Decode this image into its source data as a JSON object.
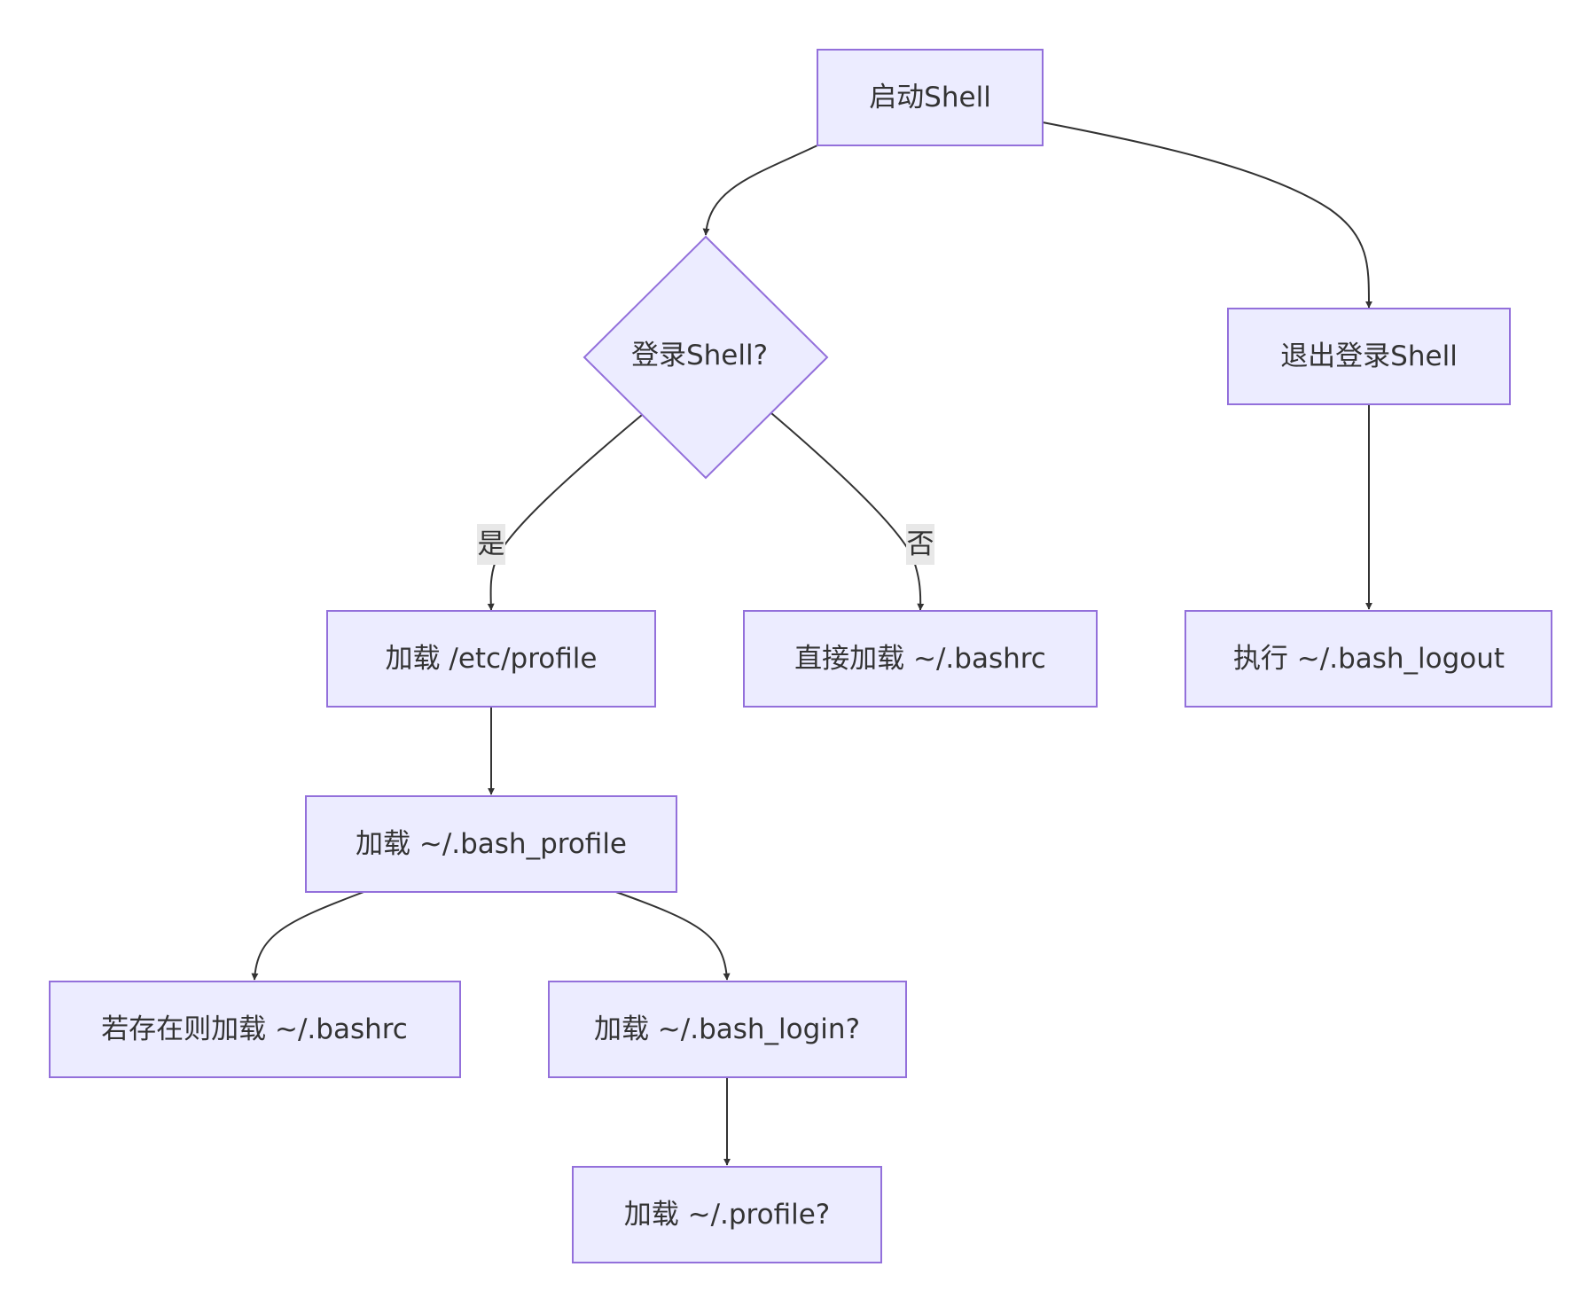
{
  "diagram": {
    "nodes": {
      "start": "启动Shell",
      "is_login": "登录Shell?",
      "logout": "退出登录Shell",
      "load_etc_profile": "加载 /etc/profile",
      "load_bashrc_direct": "直接加载 ~/.bashrc",
      "run_bash_logout": "执行 ~/.bash_logout",
      "load_bash_profile": "加载 ~/.bash_profile",
      "load_bashrc_if_exists": "若存在则加载 ~/.bashrc",
      "load_bash_login": "加载 ~/.bash_login?",
      "load_profile": "加载 ~/.profile?"
    },
    "edge_labels": {
      "yes": "是",
      "no": "否"
    },
    "edges": [
      [
        "start",
        "is_login"
      ],
      [
        "start",
        "logout"
      ],
      [
        "is_login",
        "load_etc_profile",
        "yes"
      ],
      [
        "is_login",
        "load_bashrc_direct",
        "no"
      ],
      [
        "logout",
        "run_bash_logout"
      ],
      [
        "load_etc_profile",
        "load_bash_profile"
      ],
      [
        "load_bash_profile",
        "load_bashrc_if_exists"
      ],
      [
        "load_bash_profile",
        "load_bash_login"
      ],
      [
        "load_bash_login",
        "load_profile"
      ]
    ],
    "colors": {
      "node_fill": "#ECECFF",
      "node_stroke": "#9370DB",
      "edge": "#333333",
      "edge_label_bg": "#e8e8e8",
      "text": "#333333"
    }
  }
}
